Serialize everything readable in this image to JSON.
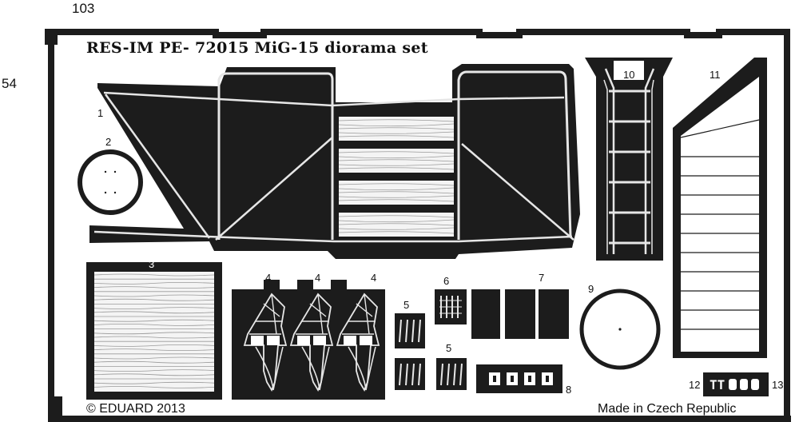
{
  "sheet": {
    "top_number": "103",
    "side_number": "54",
    "title": "RES-IM PE- 72015  MiG-15 diorama set",
    "copyright": "© EDUARD 2013",
    "origin": "Made in Czech Republic"
  },
  "part_numbers": {
    "p1": "1",
    "p2": "2",
    "p3": "3",
    "p4a": "4",
    "p4b": "4",
    "p4c": "4",
    "p5a": "5",
    "p5b": "5",
    "p6": "6",
    "p7": "7",
    "p8": "8",
    "p9": "9",
    "p10": "10",
    "p11": "11",
    "p12": "12",
    "p13": "13"
  },
  "colors": {
    "metal": "#1c1c1c",
    "background": "#ffffff",
    "etch_line": "#e6e6e6"
  }
}
